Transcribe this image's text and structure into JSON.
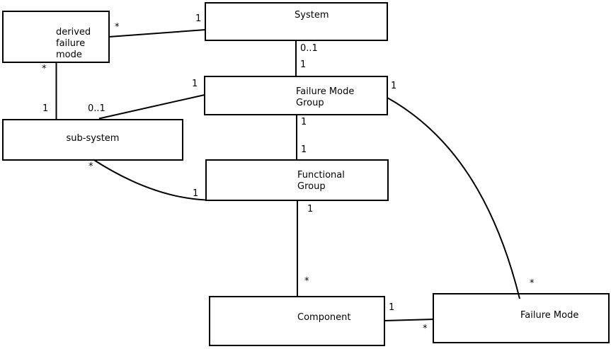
{
  "diagram": {
    "type": "uml-association-diagram",
    "nodes": {
      "derived_failure_mode": {
        "label": "derived\nfailure\nmode"
      },
      "system": {
        "label": "System"
      },
      "failure_mode_group": {
        "label": "Failure Mode\nGroup"
      },
      "sub_system": {
        "label": "sub-system"
      },
      "functional_group": {
        "label": "Functional\nGroup"
      },
      "component": {
        "label": "Component"
      },
      "failure_mode": {
        "label": "Failure Mode"
      }
    },
    "edges": [
      {
        "from": "derived failure mode",
        "to": "System",
        "from_mult": "*",
        "to_mult": "1"
      },
      {
        "from": "derived failure mode",
        "to": "sub-system",
        "from_mult": "*",
        "to_mult": "1"
      },
      {
        "from": "sub-system",
        "to": "Failure Mode Group",
        "from_mult": "0..1",
        "to_mult": "1"
      },
      {
        "from": "System",
        "to": "Failure Mode Group",
        "from_mult": "0..1",
        "to_mult": "1"
      },
      {
        "from": "Failure Mode Group",
        "to": "Functional Group",
        "from_mult": "1",
        "to_mult": "1"
      },
      {
        "from": "Functional Group",
        "to": "Component",
        "from_mult": "1",
        "to_mult": "*"
      },
      {
        "from": "Component",
        "to": "Failure Mode",
        "from_mult": "1",
        "to_mult": "*"
      },
      {
        "from": "Failure Mode Group",
        "to": "Failure Mode",
        "from_mult": "1",
        "to_mult": "*"
      },
      {
        "from": "sub-system",
        "to": "Functional Group",
        "from_mult": "*",
        "to_mult": "1"
      }
    ],
    "colors": {
      "line": "#000000",
      "box_border": "#000000",
      "box_fill": "#ffffff",
      "background": "#ffffff",
      "text": "#000000"
    }
  }
}
